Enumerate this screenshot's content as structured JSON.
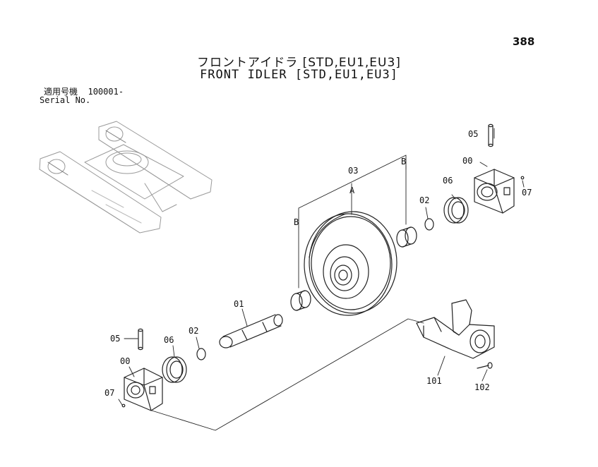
{
  "page": {
    "number": "388"
  },
  "title": {
    "japanese": "フロントアイドラ [STD,EU1,EU3]",
    "english": "FRONT IDLER [STD,EU1,EU3]"
  },
  "serial": {
    "label_jp": "適用号機",
    "value": "100001-",
    "label_en": "Serial No."
  },
  "callouts": {
    "shaft": "01",
    "bushing_left": "02",
    "bushing_right": "02",
    "idler_wheel": "03",
    "bearing_housing_left": "00",
    "bearing_housing_right": "00",
    "pin_left": "05",
    "pin_right": "05",
    "seal_left": "06",
    "seal_right": "06",
    "plug_left": "07",
    "plug_right": "07",
    "bracket": "101",
    "bolt": "102"
  },
  "group_labels": {
    "a": "A",
    "b_left": "B",
    "b_right": "B"
  }
}
